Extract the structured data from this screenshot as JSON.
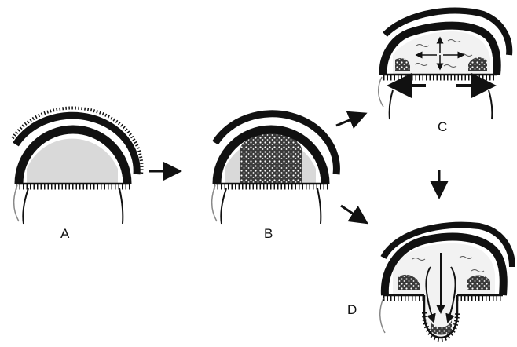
{
  "panels": [
    {
      "id": "A",
      "label": "A"
    },
    {
      "id": "B",
      "label": "B"
    },
    {
      "id": "C",
      "label": "C"
    },
    {
      "id": "D",
      "label": "D"
    }
  ],
  "colors": {
    "ink": "#111111",
    "cavity_fill": "#d9d9d9",
    "background": "#ffffff"
  }
}
